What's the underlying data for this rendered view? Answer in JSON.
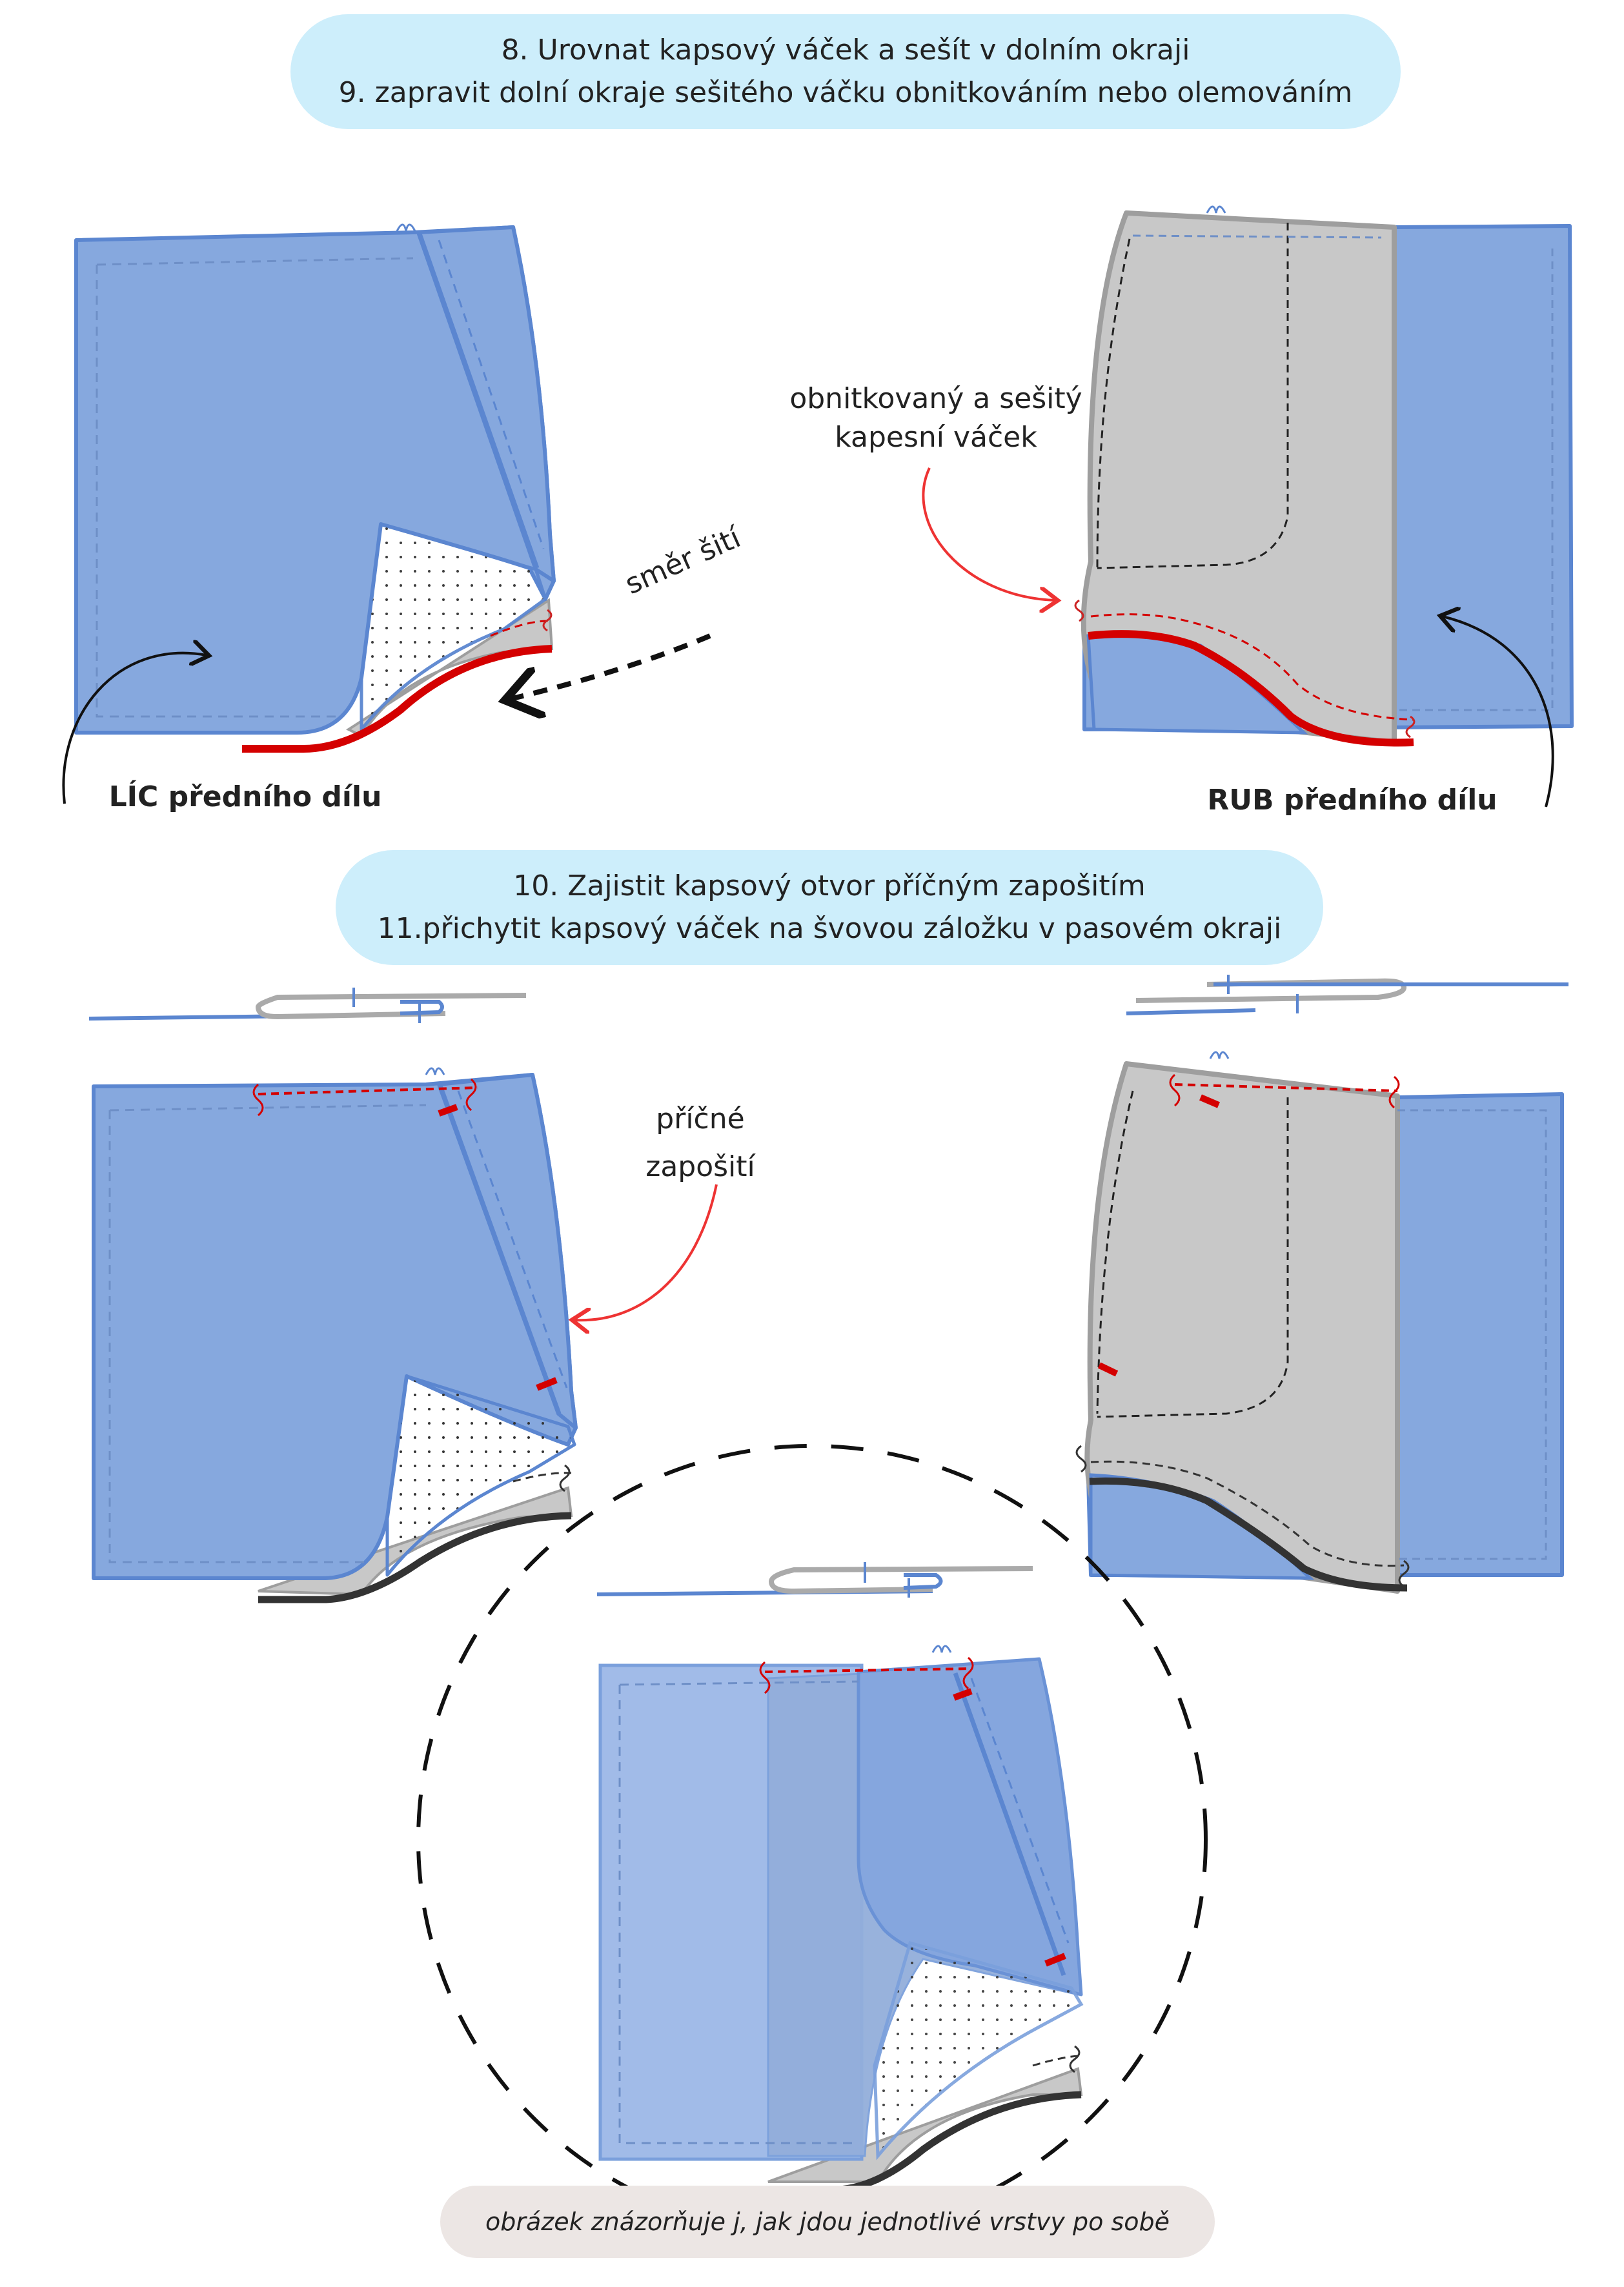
{
  "steps_top": {
    "line1": "8. Urovnat kapsový váček a sešít v dolním okraji",
    "line2": "9. zapravit dolní okraje sešitého váčku obnitkováním nebo olemováním"
  },
  "steps_mid": {
    "line1": "10. Zajistit kapsový otvor příčným zapošitím",
    "line2": "11.přichytit kapsový váček na švovou záložku v pasovém okraji"
  },
  "labels": {
    "lic": "LÍC předního dílu",
    "rub": "RUB předního dílu",
    "smer_siti": "směr šití",
    "obnitkovany_1": "obnitkovaný a sešitý",
    "obnitkovany_2": "kapesní váček",
    "pricne_1": "příčné",
    "pricne_2": "zapošití"
  },
  "caption": "obrázek znázorňuje j, jak jdou jednotlivé vrstvy po sobě",
  "colors": {
    "fabric_blue": "#86a8de",
    "fabric_outline": "#5b86d0",
    "pocket_grey": "#c8c8c8",
    "grey_outline": "#9e9e9e",
    "stitch_red": "#d40000",
    "edge_dark": "#333333",
    "pill_blue": "#cdeefb",
    "pill_beige": "#ece6e4"
  }
}
